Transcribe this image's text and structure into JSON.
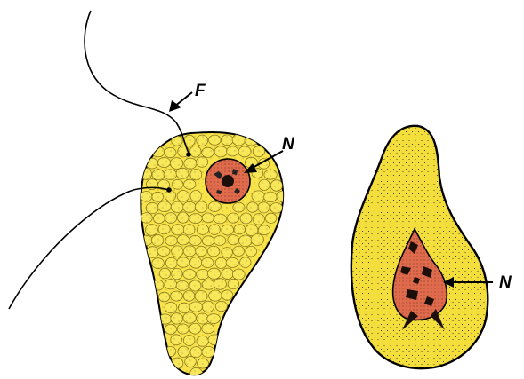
{
  "labels": {
    "flagellum": "F",
    "nucleus_left": "N",
    "nucleus_right": "N"
  },
  "colors": {
    "cytoplasm": "#f8e34a",
    "cytoplasm_dense": "#f3de3c",
    "nucleus": "#e06a4c",
    "outline": "#000000",
    "background": "#ffffff"
  }
}
